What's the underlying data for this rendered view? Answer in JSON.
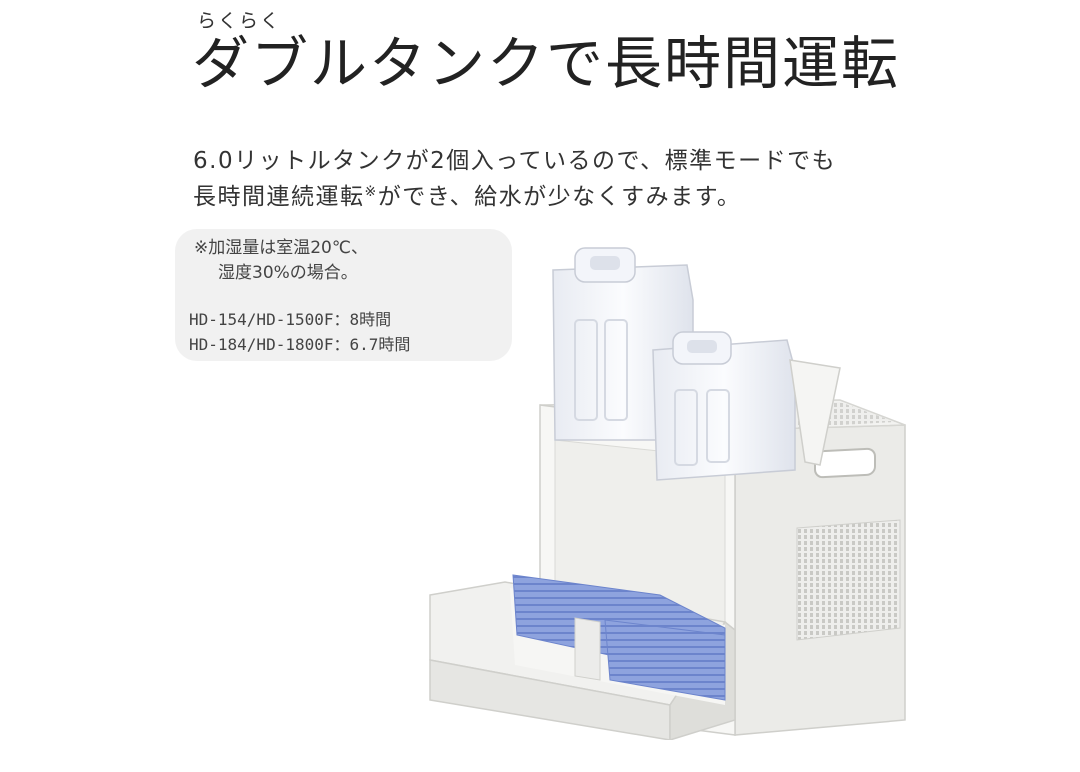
{
  "header": {
    "ruby": "らくらく",
    "title": "ダブルタンクで長時間運転"
  },
  "description": {
    "line1": "6.0リットルタンクが2個入っているので、標準モードでも",
    "line2_main": "長時間連続運転",
    "line2_mark": "※",
    "line2_rest": "ができ、給水が少なくすみます。"
  },
  "note": {
    "condition_line1": "※加湿量は室温20℃、",
    "condition_line2": "湿度30%の場合。",
    "specs": [
      {
        "model": "HD-154/HD-1500F",
        "sep": "：",
        "time": "8時間"
      },
      {
        "model": "HD-184/HD-1800F",
        "sep": "：",
        "time": "6.7時間"
      }
    ]
  },
  "product": {
    "icon": "humidifier-double-tank-illustration",
    "colors": {
      "body": "#f4f4f2",
      "body_shade": "#dcdcd8",
      "tank": "#f7f8fb",
      "filter": "#7f96d6"
    }
  }
}
